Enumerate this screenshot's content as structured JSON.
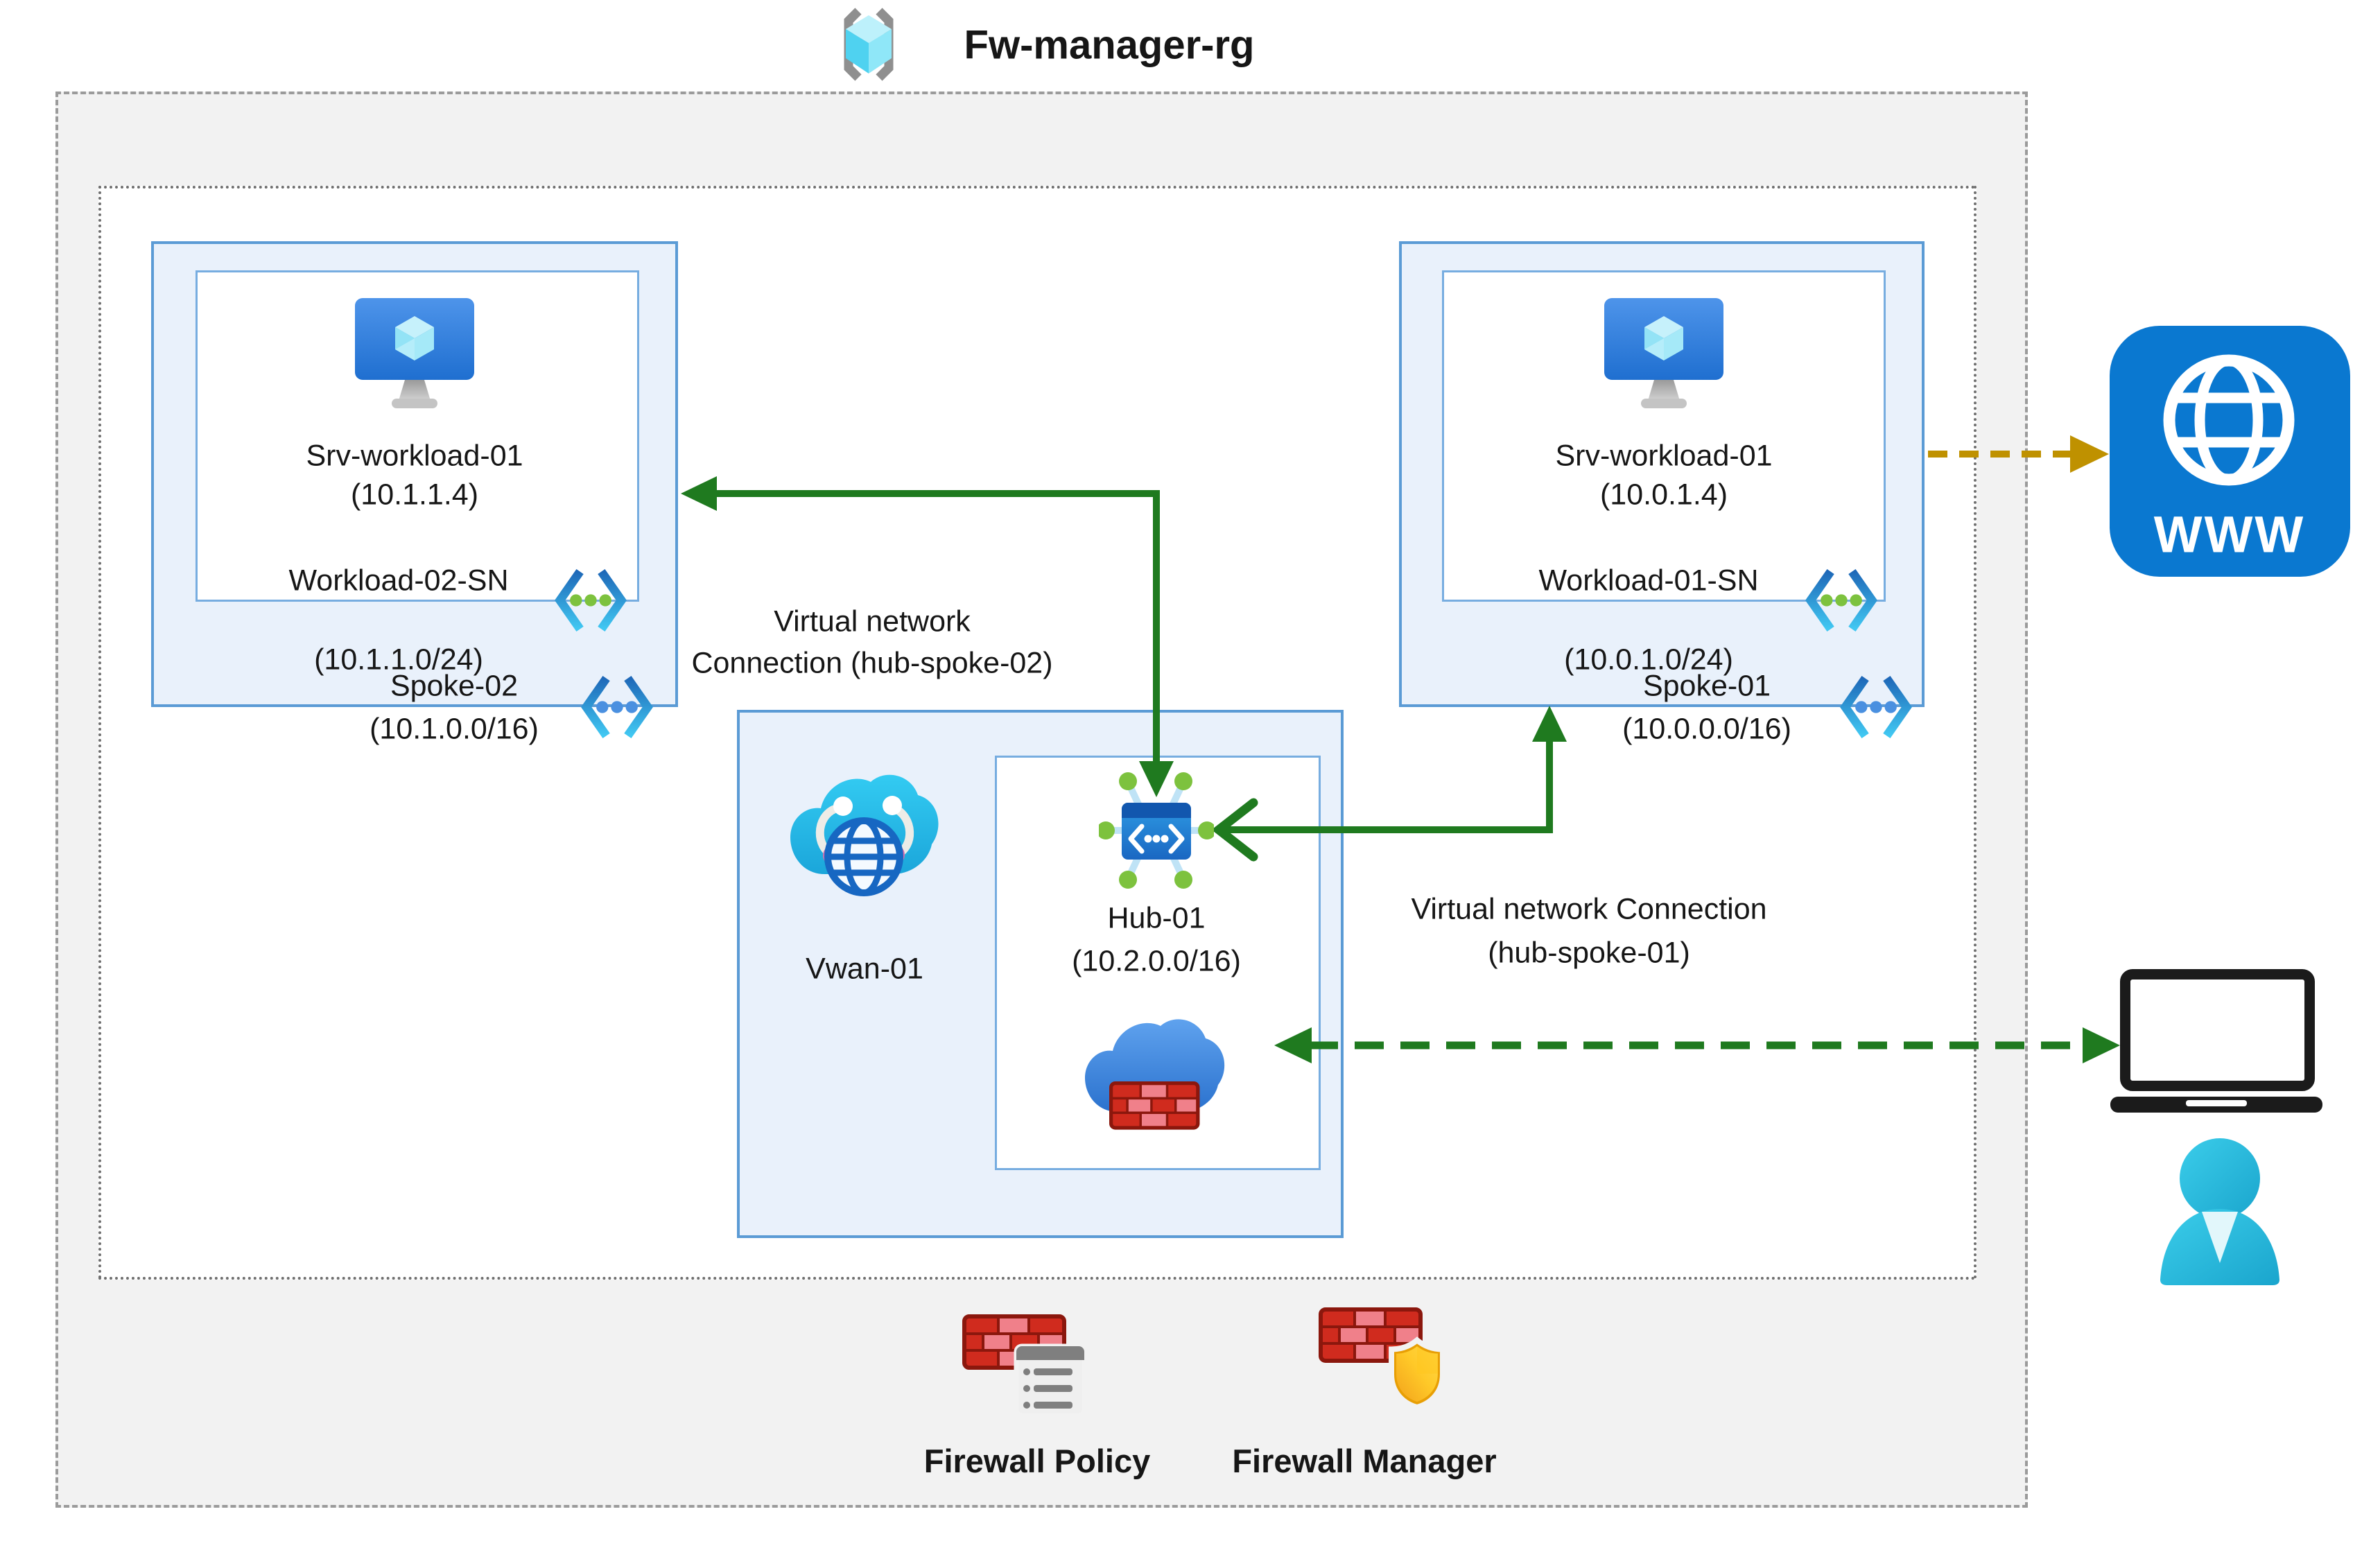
{
  "title": {
    "label": "Fw-manager-rg"
  },
  "spoke02": {
    "vm_name": "Srv-workload-01",
    "vm_ip": "(10.1.1.4)",
    "subnet_name": "Workload-02-SN",
    "subnet_cidr": "(10.1.1.0/24)",
    "name": "Spoke-02",
    "cidr": "(10.1.0.0/16)"
  },
  "spoke01": {
    "vm_name": "Srv-workload-01",
    "vm_ip": "(10.0.1.4)",
    "subnet_name": "Workload-01-SN",
    "subnet_cidr": "(10.0.1.0/24)",
    "name": "Spoke-01",
    "cidr": "(10.0.0.0/16)"
  },
  "vwan": {
    "name": "Vwan-01"
  },
  "hub": {
    "name": "Hub-01",
    "cidr": "(10.2.0.0/16)"
  },
  "connections": {
    "hub_spoke02": {
      "line1": "Virtual network",
      "line2": "Connection (hub-spoke-02)"
    },
    "hub_spoke01": {
      "line1": "Virtual network Connection",
      "line2": "(hub-spoke-01)"
    }
  },
  "footer": {
    "policy_label": "Firewall Policy",
    "manager_label": "Firewall Manager"
  },
  "internet": {
    "label": "WWW"
  },
  "colors": {
    "arrow_green": "#1f7a1f",
    "arrow_gold": "#bf9100",
    "box_border_blue": "#5b9bd5",
    "box_fill_blue": "#e9f1fb",
    "internet_blue": "#0a78d0",
    "firewall_red": "#d02b1e",
    "shield_gold": "#f0a800",
    "person_cyan": "#27c0e0",
    "hub_dot_green": "#7dc23e"
  }
}
